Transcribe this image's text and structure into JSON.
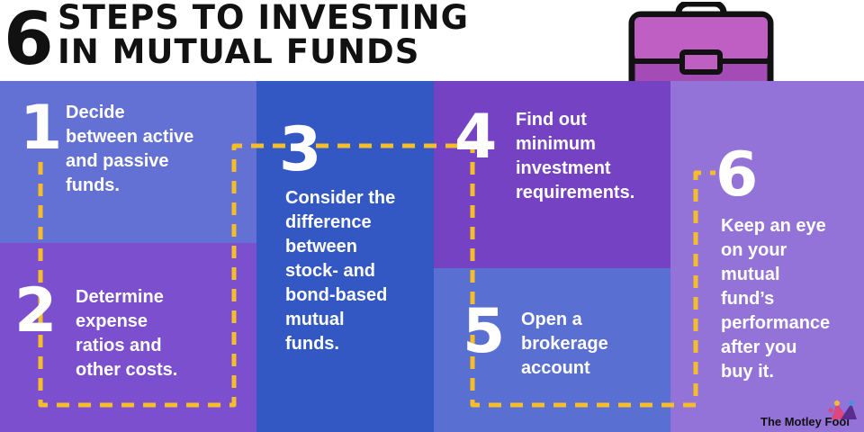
{
  "header": {
    "number": "6",
    "title_line1": "STEPS TO INVESTING",
    "title_line2": "IN MUTUAL FUNDS"
  },
  "steps": [
    {
      "number": "1",
      "text": "Decide\nbetween active\nand passive\nfunds."
    },
    {
      "number": "2",
      "text": "Determine\nexpense\nratios and\nother costs."
    },
    {
      "number": "3",
      "text": "Consider the\ndifference\nbetween\nstock- and\nbond-based\nmutual\nfunds."
    },
    {
      "number": "4",
      "text": "Find out\nminimum\ninvestment\nrequirements."
    },
    {
      "number": "5",
      "text": "Open a\nbrokerage\naccount"
    },
    {
      "number": "6",
      "text": "Keep an eye\non your\nmutual\nfund’s\nperformance\nafter you\nbuy it."
    }
  ],
  "icons": {
    "briefcase": "briefcase-icon",
    "logo": "jester-cap-icon"
  },
  "colors": {
    "path": "#f6bd2b",
    "briefcase": "#b04fb8"
  },
  "brand": "The Motley Fool"
}
